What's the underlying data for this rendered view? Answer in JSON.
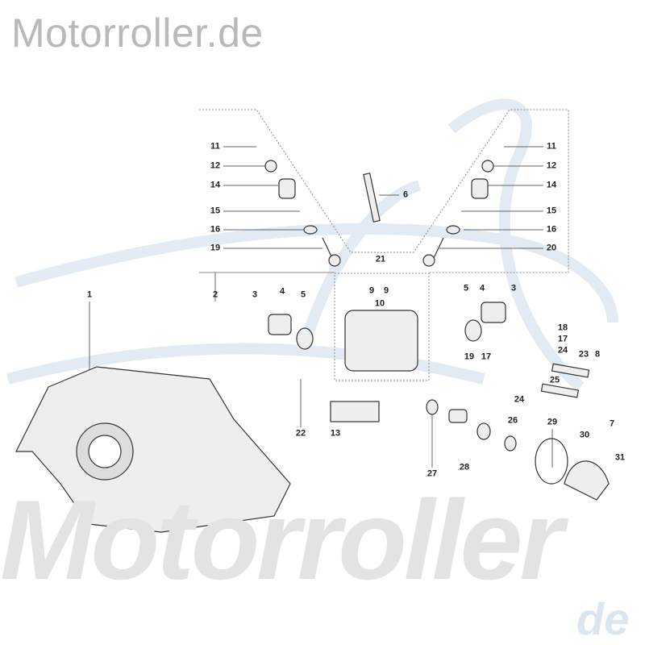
{
  "brand": {
    "header_text": "Motorroller.de",
    "watermark_text": "Motorroller",
    "watermark_suffix": "de",
    "watermark_color": "#dbe6f0"
  },
  "diagram": {
    "labels": [
      "11",
      "12",
      "14",
      "15",
      "16",
      "19",
      "11",
      "12",
      "14",
      "15",
      "16",
      "20",
      "6",
      "21",
      "2",
      "1",
      "3",
      "4",
      "5",
      "9",
      "9",
      "10",
      "5",
      "4",
      "3",
      "18",
      "17",
      "24",
      "19",
      "17",
      "23",
      "8",
      "25",
      "24",
      "7",
      "22",
      "13",
      "26",
      "29",
      "30",
      "31",
      "27",
      "28"
    ]
  }
}
